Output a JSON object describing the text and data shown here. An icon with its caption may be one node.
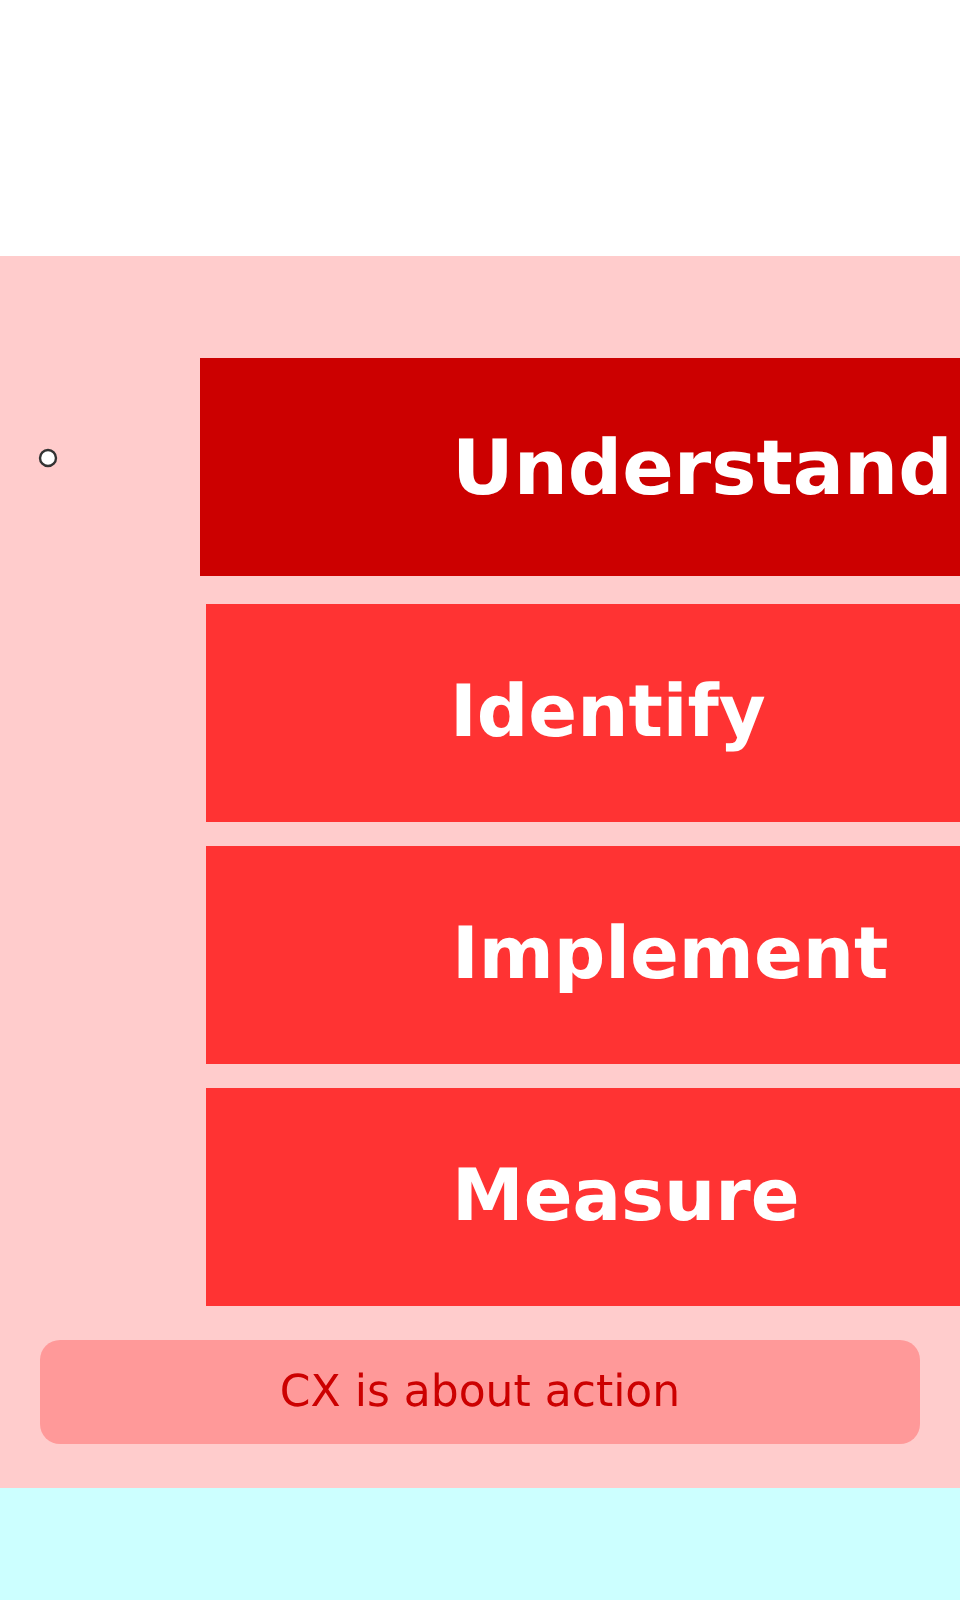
{
  "diagram": {
    "nodes": [
      {
        "text": [
          "Understand"
        ]
      },
      {
        "text": [
          "Identify"
        ]
      },
      {
        "text": [
          "Implement"
        ]
      },
      {
        "text": [
          "Measure"
        ]
      },
      {
        "text": [
          "CX is about action"
        ]
      }
    ]
  }
}
